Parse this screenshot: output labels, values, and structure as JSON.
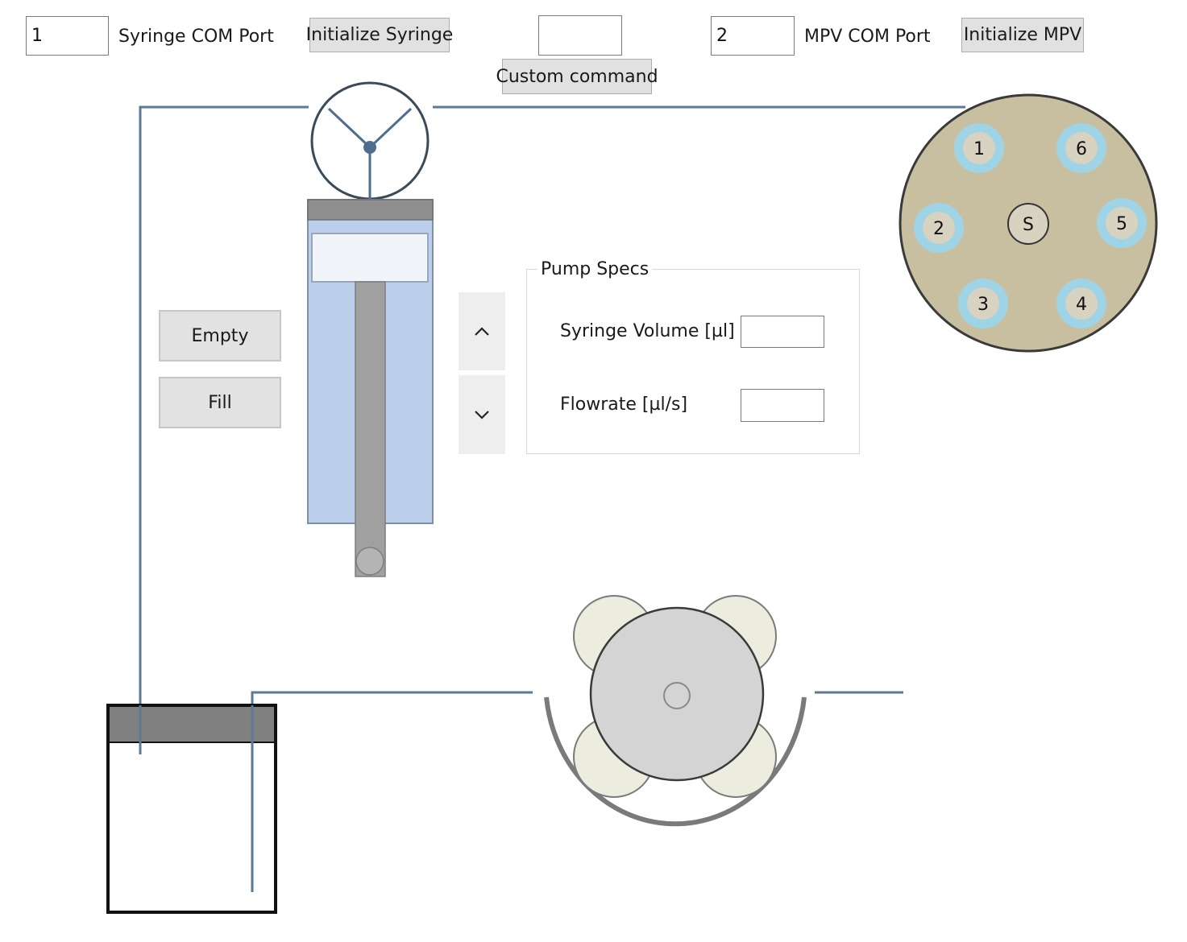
{
  "syringe_port": {
    "value": "1",
    "label": "Syringe COM Port",
    "init_button": "Initialize Syringe"
  },
  "custom_command": {
    "value": "",
    "button": "Custom command"
  },
  "mpv_port": {
    "value": "2",
    "label": "MPV COM Port",
    "init_button": "Initialize MPV"
  },
  "syringe_controls": {
    "empty_button": "Empty",
    "fill_button": "Fill",
    "up_icon": "chevron-up-icon",
    "down_icon": "chevron-down-icon"
  },
  "pump_specs": {
    "title": "Pump Specs",
    "syringe_volume_label": "Syringe Volume [µl]",
    "syringe_volume_value": "",
    "flowrate_label": "Flowrate [µl/s]",
    "flowrate_value": ""
  },
  "valve": {
    "center_label": "S",
    "ports": [
      "1",
      "2",
      "3",
      "4",
      "5",
      "6"
    ]
  },
  "colors": {
    "tubing": "#5b7a96",
    "syringe_barrel": "#bcd0ec",
    "plunger": "#a0a0a0",
    "valve_body": "#c8bfa0",
    "valve_port_ring": "#9fd4e6",
    "pump_rotor": "#d4d4d4",
    "pump_roller": "#ededdf"
  }
}
